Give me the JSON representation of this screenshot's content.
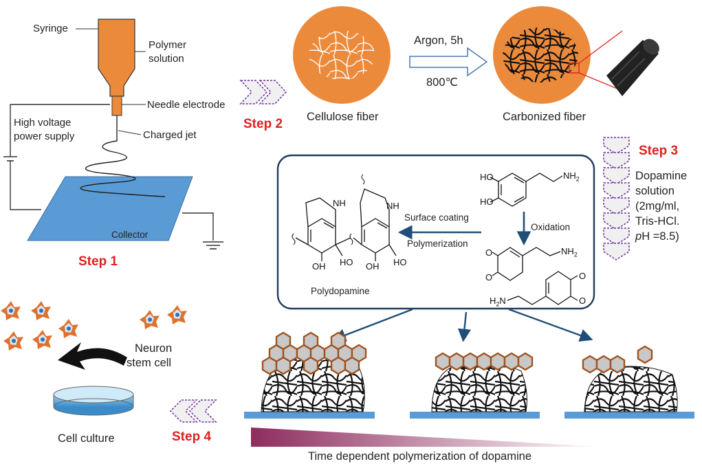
{
  "electrospinning": {
    "syringe": "Syringe",
    "polymer_solution_line1": "Polymer",
    "polymer_solution_line2": "solution",
    "needle_electrode": "Needle electrode",
    "high_voltage_line1": "High voltage",
    "high_voltage_line2": "power supply",
    "charged_jet": "Charged jet",
    "collector": "Collector"
  },
  "steps": {
    "step1": "Step 1",
    "step2": "Step 2",
    "step3": "Step 3",
    "step4": "Step 4"
  },
  "carbonization": {
    "cellulose_fiber": "Cellulose fiber",
    "condition_top": "Argon, 5h",
    "condition_bottom": "800℃",
    "carbonized_fiber": "Carbonized fiber"
  },
  "dopamine_solution": {
    "line1": "Dopamine",
    "line2": "solution",
    "line3": "(2mg/ml,",
    "line4": "Tris-HCl.",
    "line5_italic": "p",
    "line5_rest": "H =8.5)"
  },
  "chemistry": {
    "surface_coating": "Surface coating",
    "polymerization": "Polymerization",
    "oxidation": "Oxidation",
    "polydopamine": "Polydopamine",
    "oh": "OH",
    "ho": "HO",
    "nh": "NH",
    "nh2": "NH",
    "nh2_sub": "2",
    "h2n": "H",
    "h2n_sub": "2",
    "h2n_n": "N",
    "o": "O"
  },
  "cell_culture": {
    "neuron_line1": "Neuron",
    "neuron_line2": "stem cell",
    "cell_culture": "Cell culture"
  },
  "bottom": {
    "caption": "Time dependent polymerization of dopamine"
  },
  "colors": {
    "step_red": "#e02020",
    "syringe_orange": "#ec8a3c",
    "collector_blue": "#5b9bd5",
    "chevron_purple": "#7030a0",
    "box_border": "#1f3a5f",
    "arrow_navy": "#1f4e79",
    "pda_brown": "#a0521e",
    "cell_orange": "#e0702a",
    "gradient_purple": "#8e2c5e"
  }
}
